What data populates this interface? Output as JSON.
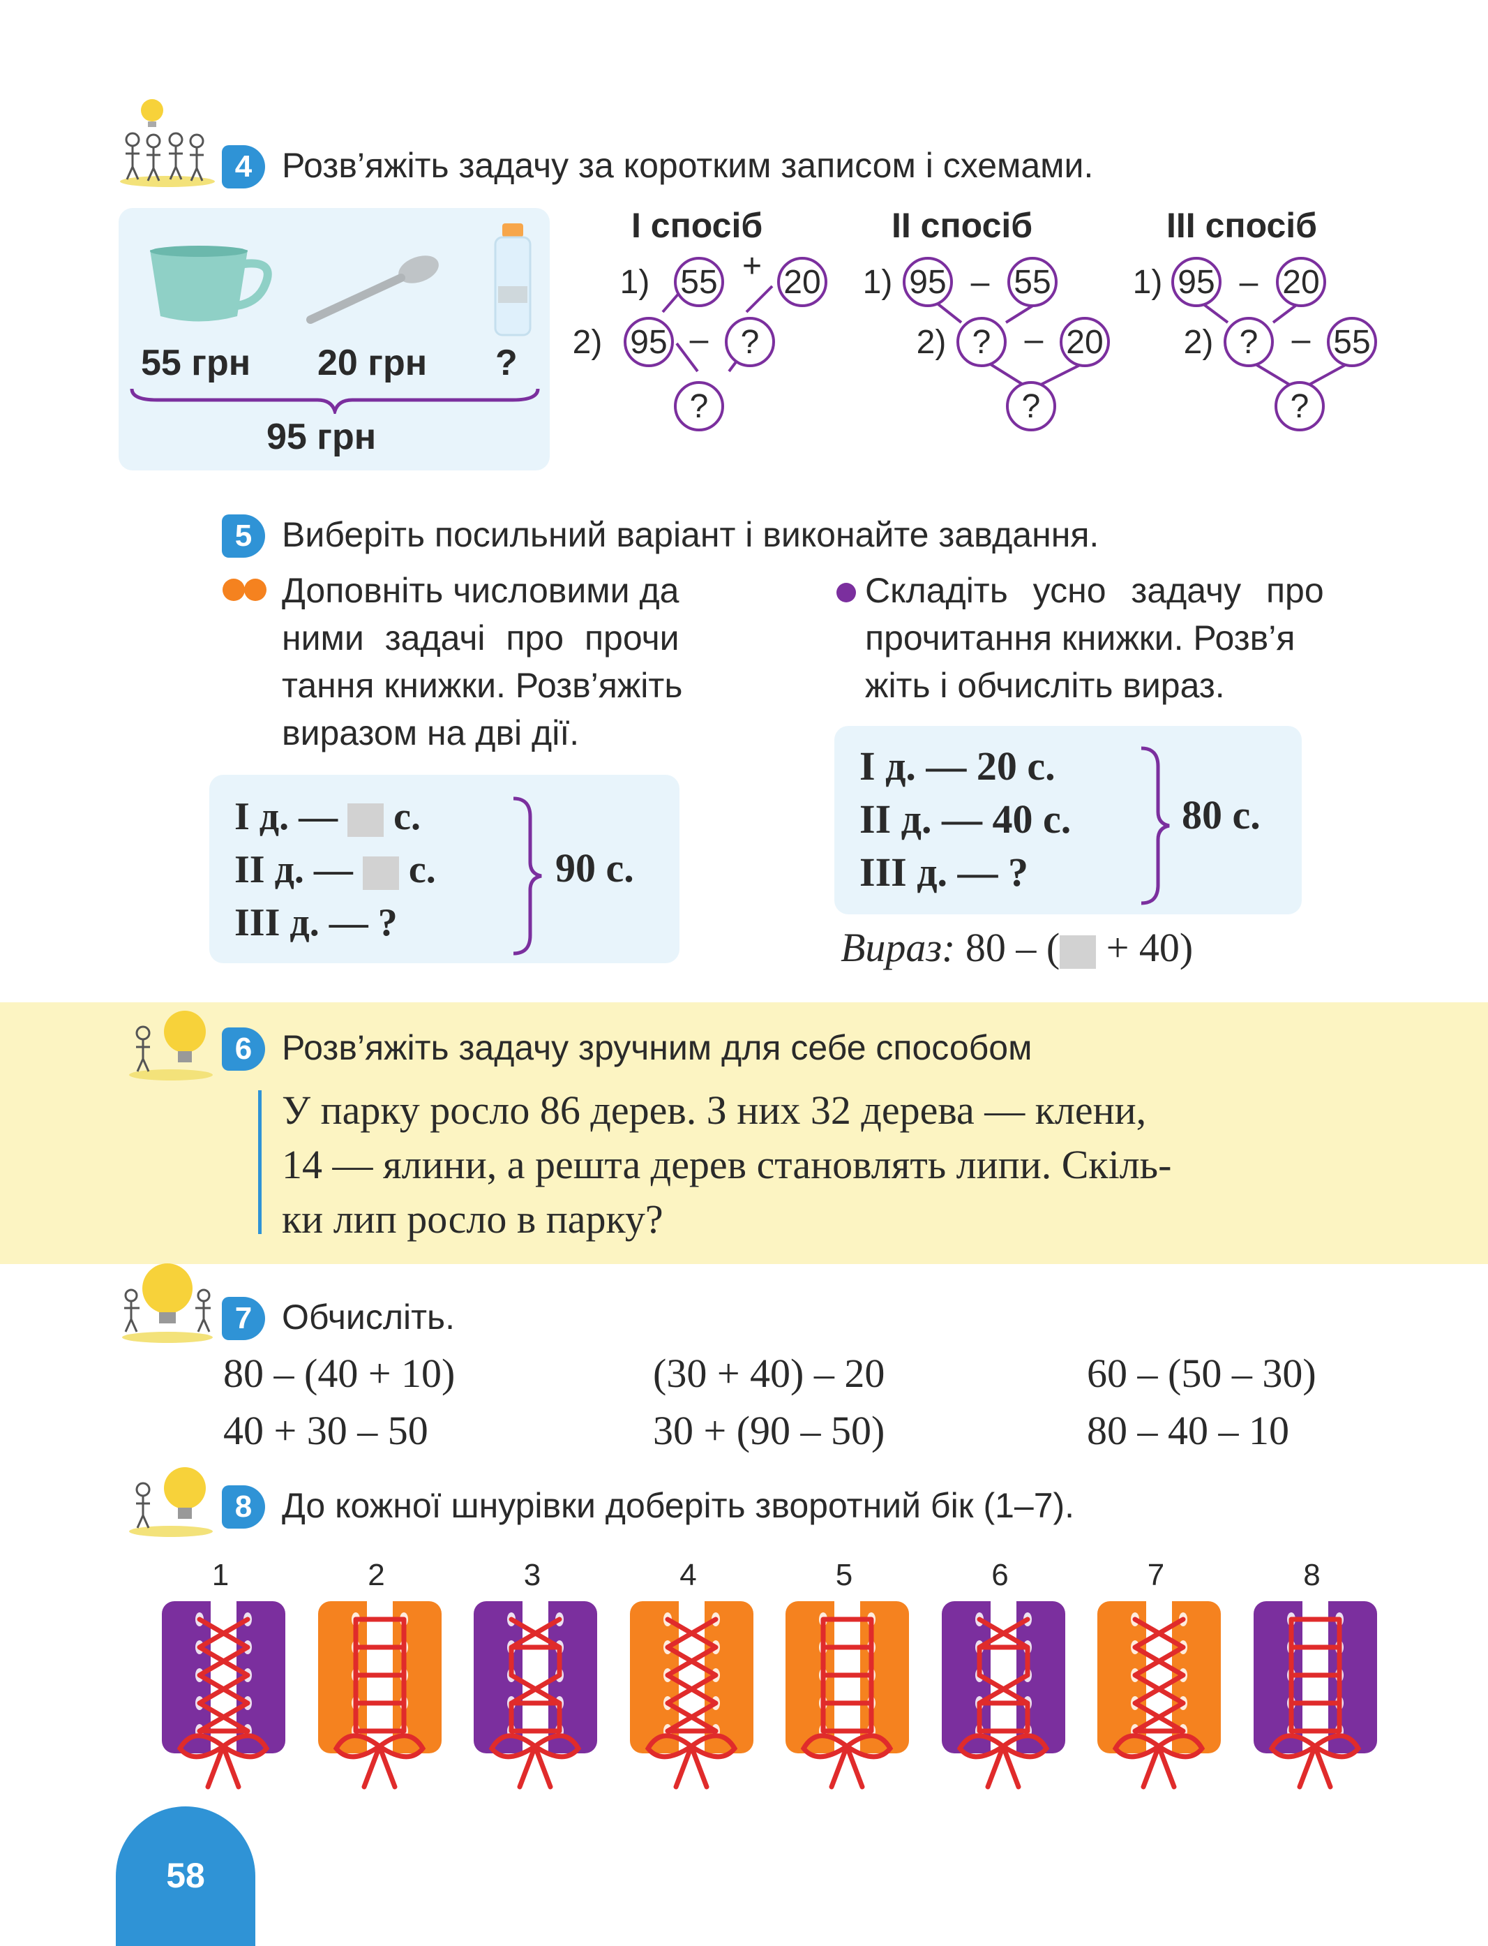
{
  "task4": {
    "number": "4",
    "title": "Розв’яжіть задачу за коротким записом і схемами.",
    "price_cup": "55 грн",
    "price_spoon": "20 грн",
    "price_bottle": "?",
    "total": "95 грн",
    "methods": [
      {
        "title": "І спосіб",
        "step1": "1)",
        "step2": "2)",
        "a": "55",
        "op1": "+",
        "b": "20",
        "c": "95",
        "op2": "–",
        "d": "?",
        "res": "?"
      },
      {
        "title": "ІІ спосіб",
        "step1": "1)",
        "step2": "2)",
        "a": "95",
        "op1": "–",
        "b": "55",
        "c": "?",
        "op2": "–",
        "d": "20",
        "res": "?"
      },
      {
        "title": "ІІІ спосіб",
        "step1": "1)",
        "step2": "2)",
        "a": "95",
        "op1": "–",
        "b": "20",
        "c": "?",
        "op2": "–",
        "d": "55",
        "res": "?"
      }
    ]
  },
  "task5": {
    "number": "5",
    "title": "Виберіть посильний варіант і виконайте завдання.",
    "left_text": [
      "Доповніть числовими да",
      "ними задачі про прочи",
      "тання книжки. Розв’яжіть",
      "виразом на дві дії."
    ],
    "left_rows": [
      "І д. —",
      "с.",
      "ІІ д. —",
      "с.",
      "ІІІ д. — ?"
    ],
    "left_total": "90 с.",
    "right_text": [
      "Складіть усно задачу про",
      "прочитання книжки. Розв’я",
      "жіть і обчисліть вираз."
    ],
    "right_rows": [
      "І д. — 20 с.",
      "ІІ д. — 40 с.",
      "ІІІ д. — ?"
    ],
    "right_total": "80 с.",
    "expr_label": "Вираз:",
    "expr_left": "80 – (",
    "expr_right": "+ 40)",
    "orange_color": "#f5821f",
    "purple_color": "#7b2f9e"
  },
  "task6": {
    "number": "6",
    "title": "Розв’яжіть задачу зручним для себе способом",
    "lines": [
      "У парку росло 86 дерев. З них 32 дерева — клени,",
      "14 — ялини, а решта дерев становлять липи. Скіль-",
      "ки лип росло в парку?"
    ]
  },
  "task7": {
    "number": "7",
    "title": "Обчисліть.",
    "expressions": [
      "80 – (40 + 10)",
      "(30 + 40) – 20",
      "60 – (50 – 30)",
      "40 + 30 – 50",
      "30 + (90 – 50)",
      "80 – 40 – 10"
    ]
  },
  "task8": {
    "number": "8",
    "title": "До кожної шнурівки доберіть зворотний бік (1–7).",
    "laces": [
      {
        "label": "1",
        "color": "#7b2f9e"
      },
      {
        "label": "2",
        "color": "#f5821f"
      },
      {
        "label": "3",
        "color": "#7b2f9e"
      },
      {
        "label": "4",
        "color": "#f5821f"
      },
      {
        "label": "5",
        "color": "#f5821f"
      },
      {
        "label": "6",
        "color": "#7b2f9e"
      },
      {
        "label": "7",
        "color": "#f5821f"
      },
      {
        "label": "8",
        "color": "#7b2f9e"
      }
    ]
  },
  "page_number": "58"
}
